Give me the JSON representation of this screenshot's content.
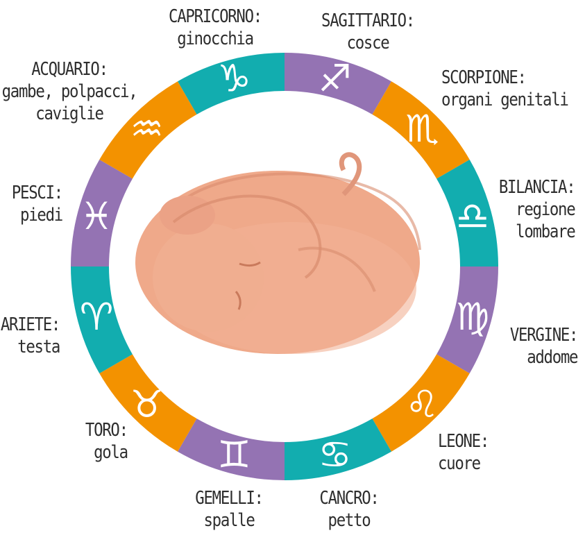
{
  "signs": [
    {
      "name": "CAPRICORNO:",
      "body": [
        "ginocchia"
      ],
      "symbol": "♑",
      "icon": "capricorn-icon",
      "color": "#12adaf"
    },
    {
      "name": "SAGITTARIO:",
      "body": [
        "cosce"
      ],
      "symbol": "♐",
      "icon": "sagittarius-icon",
      "color": "#9473b3"
    },
    {
      "name": "SCORPIONE:",
      "body": [
        "organi genitali"
      ],
      "symbol": "♏",
      "icon": "scorpio-icon",
      "color": "#f39200"
    },
    {
      "name": "BILANCIA:",
      "body": [
        "regione",
        "lombare"
      ],
      "symbol": "♎",
      "icon": "libra-icon",
      "color": "#12adaf"
    },
    {
      "name": "VERGINE:",
      "body": [
        "addome"
      ],
      "symbol": "♍",
      "icon": "virgo-icon",
      "color": "#9473b3"
    },
    {
      "name": "LEONE:",
      "body": [
        "cuore"
      ],
      "symbol": "♌",
      "icon": "leo-icon",
      "color": "#f39200"
    },
    {
      "name": "CANCRO:",
      "body": [
        "petto"
      ],
      "symbol": "♋",
      "icon": "cancer-icon",
      "color": "#12adaf"
    },
    {
      "name": "GEMELLI:",
      "body": [
        "spalle"
      ],
      "symbol": "♊",
      "icon": "gemini-icon",
      "color": "#9473b3"
    },
    {
      "name": "TORO:",
      "body": [
        "gola"
      ],
      "symbol": "♉",
      "icon": "taurus-icon",
      "color": "#f39200"
    },
    {
      "name": "ARIETE:",
      "body": [
        "testa"
      ],
      "symbol": "♈",
      "icon": "aries-icon",
      "color": "#12adaf"
    },
    {
      "name": "PESCI:",
      "body": [
        "piedi"
      ],
      "symbol": "♓",
      "icon": "pisces-icon",
      "color": "#9473b3"
    },
    {
      "name": "ACQUARIO:",
      "body": [
        "gambe, polpacci,",
        "caviglie"
      ],
      "symbol": "♒",
      "icon": "aquarius-icon",
      "color": "#f39200"
    }
  ],
  "colors": {
    "teal": "#12adaf",
    "purple": "#9473b3",
    "orange": "#f39200",
    "skin": "#efa98a",
    "skin_shadow": "#d98c6e",
    "text": "#2e2e2e"
  },
  "center_image": "fetus-illustration"
}
